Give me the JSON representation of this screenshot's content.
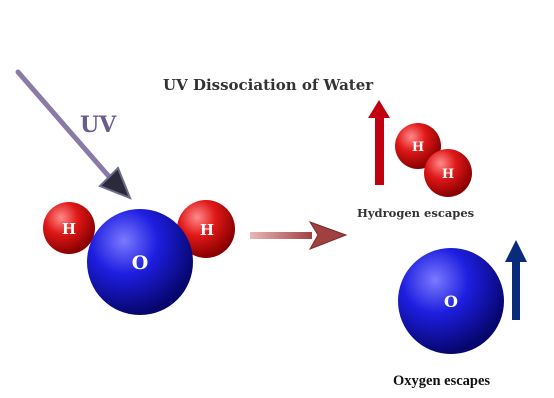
{
  "title": "UV Dissociation of Water",
  "uv_label": "UV",
  "hydrogen_caption": "Hydrogen escapes",
  "oxygen_caption": "Oxygen escapes",
  "atoms": {
    "hydrogen_symbol": "H",
    "oxygen_symbol": "O"
  },
  "colors": {
    "hydrogen": "#d01010",
    "oxygen": "#1a1ad8",
    "uv_arrow": "#8a7aa8",
    "reaction_arrow": "#b05050",
    "hydrogen_arrow": "#c00010",
    "oxygen_arrow": "#0a2a7a"
  }
}
